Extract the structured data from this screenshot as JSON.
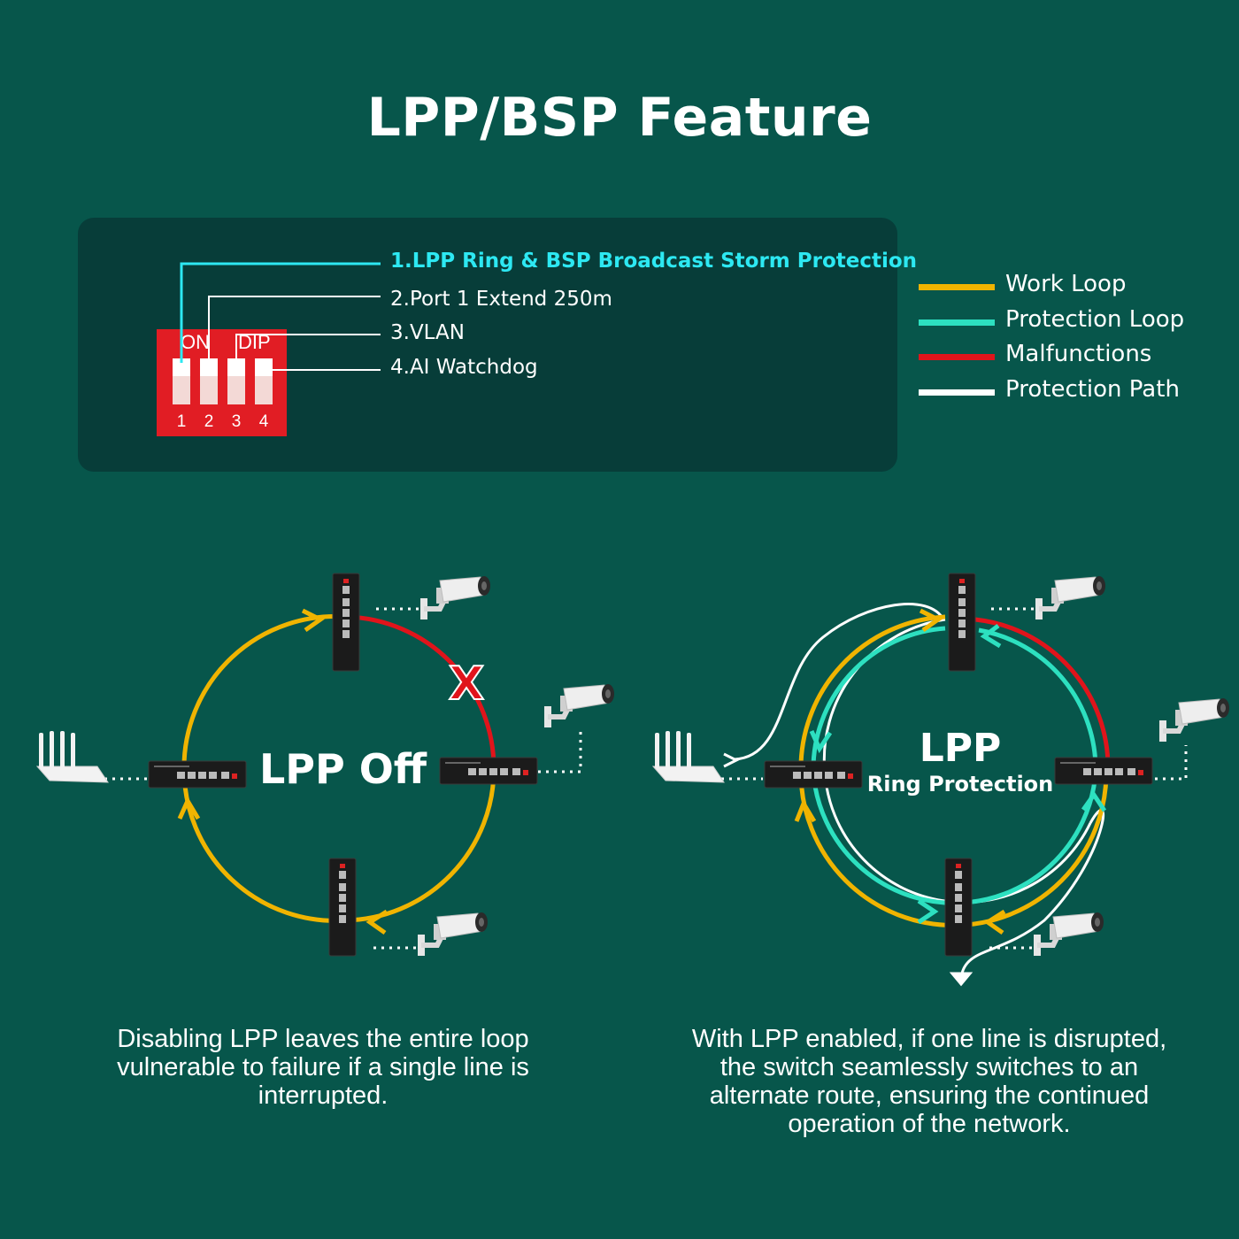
{
  "title": "LPP/BSP Feature",
  "dip": {
    "on_label": "ON",
    "dip_label": "DIP",
    "numbers": [
      "1",
      "2",
      "3",
      "4"
    ],
    "settings": [
      "1.LPP Ring & BSP Broadcast Storm Protection",
      "2.Port 1 Extend 250m",
      "3.VLAN",
      "4.AI Watchdog"
    ]
  },
  "legend": [
    {
      "label": "Work Loop",
      "color": "#f0b400"
    },
    {
      "label": "Protection Loop",
      "color": "#2de0c0"
    },
    {
      "label": "Malfunctions",
      "color": "#e0141b"
    },
    {
      "label": "Protection Path",
      "color": "#ffffff"
    }
  ],
  "colors": {
    "background": "#07564b",
    "panel": "#073d39",
    "dip_red": "#e11d24",
    "work": "#f0b400",
    "protection": "#2de0c0",
    "fault": "#e0141b",
    "path": "#ffffff"
  },
  "left_diagram": {
    "label": "LPP Off",
    "fault_mark": "X",
    "caption": [
      "Disabling LPP leaves the entire loop",
      "vulnerable to failure if a single line is",
      "interrupted."
    ]
  },
  "right_diagram": {
    "label": "LPP",
    "sublabel": "Ring Protection",
    "caption": [
      "With LPP enabled, if one line is disrupted,",
      "the switch seamlessly switches to an",
      "alternate route, ensuring the continued",
      "operation of the network."
    ]
  },
  "icons": {
    "router": "wifi-router-icon",
    "camera": "security-camera-icon",
    "switch": "poe-switch-icon"
  }
}
